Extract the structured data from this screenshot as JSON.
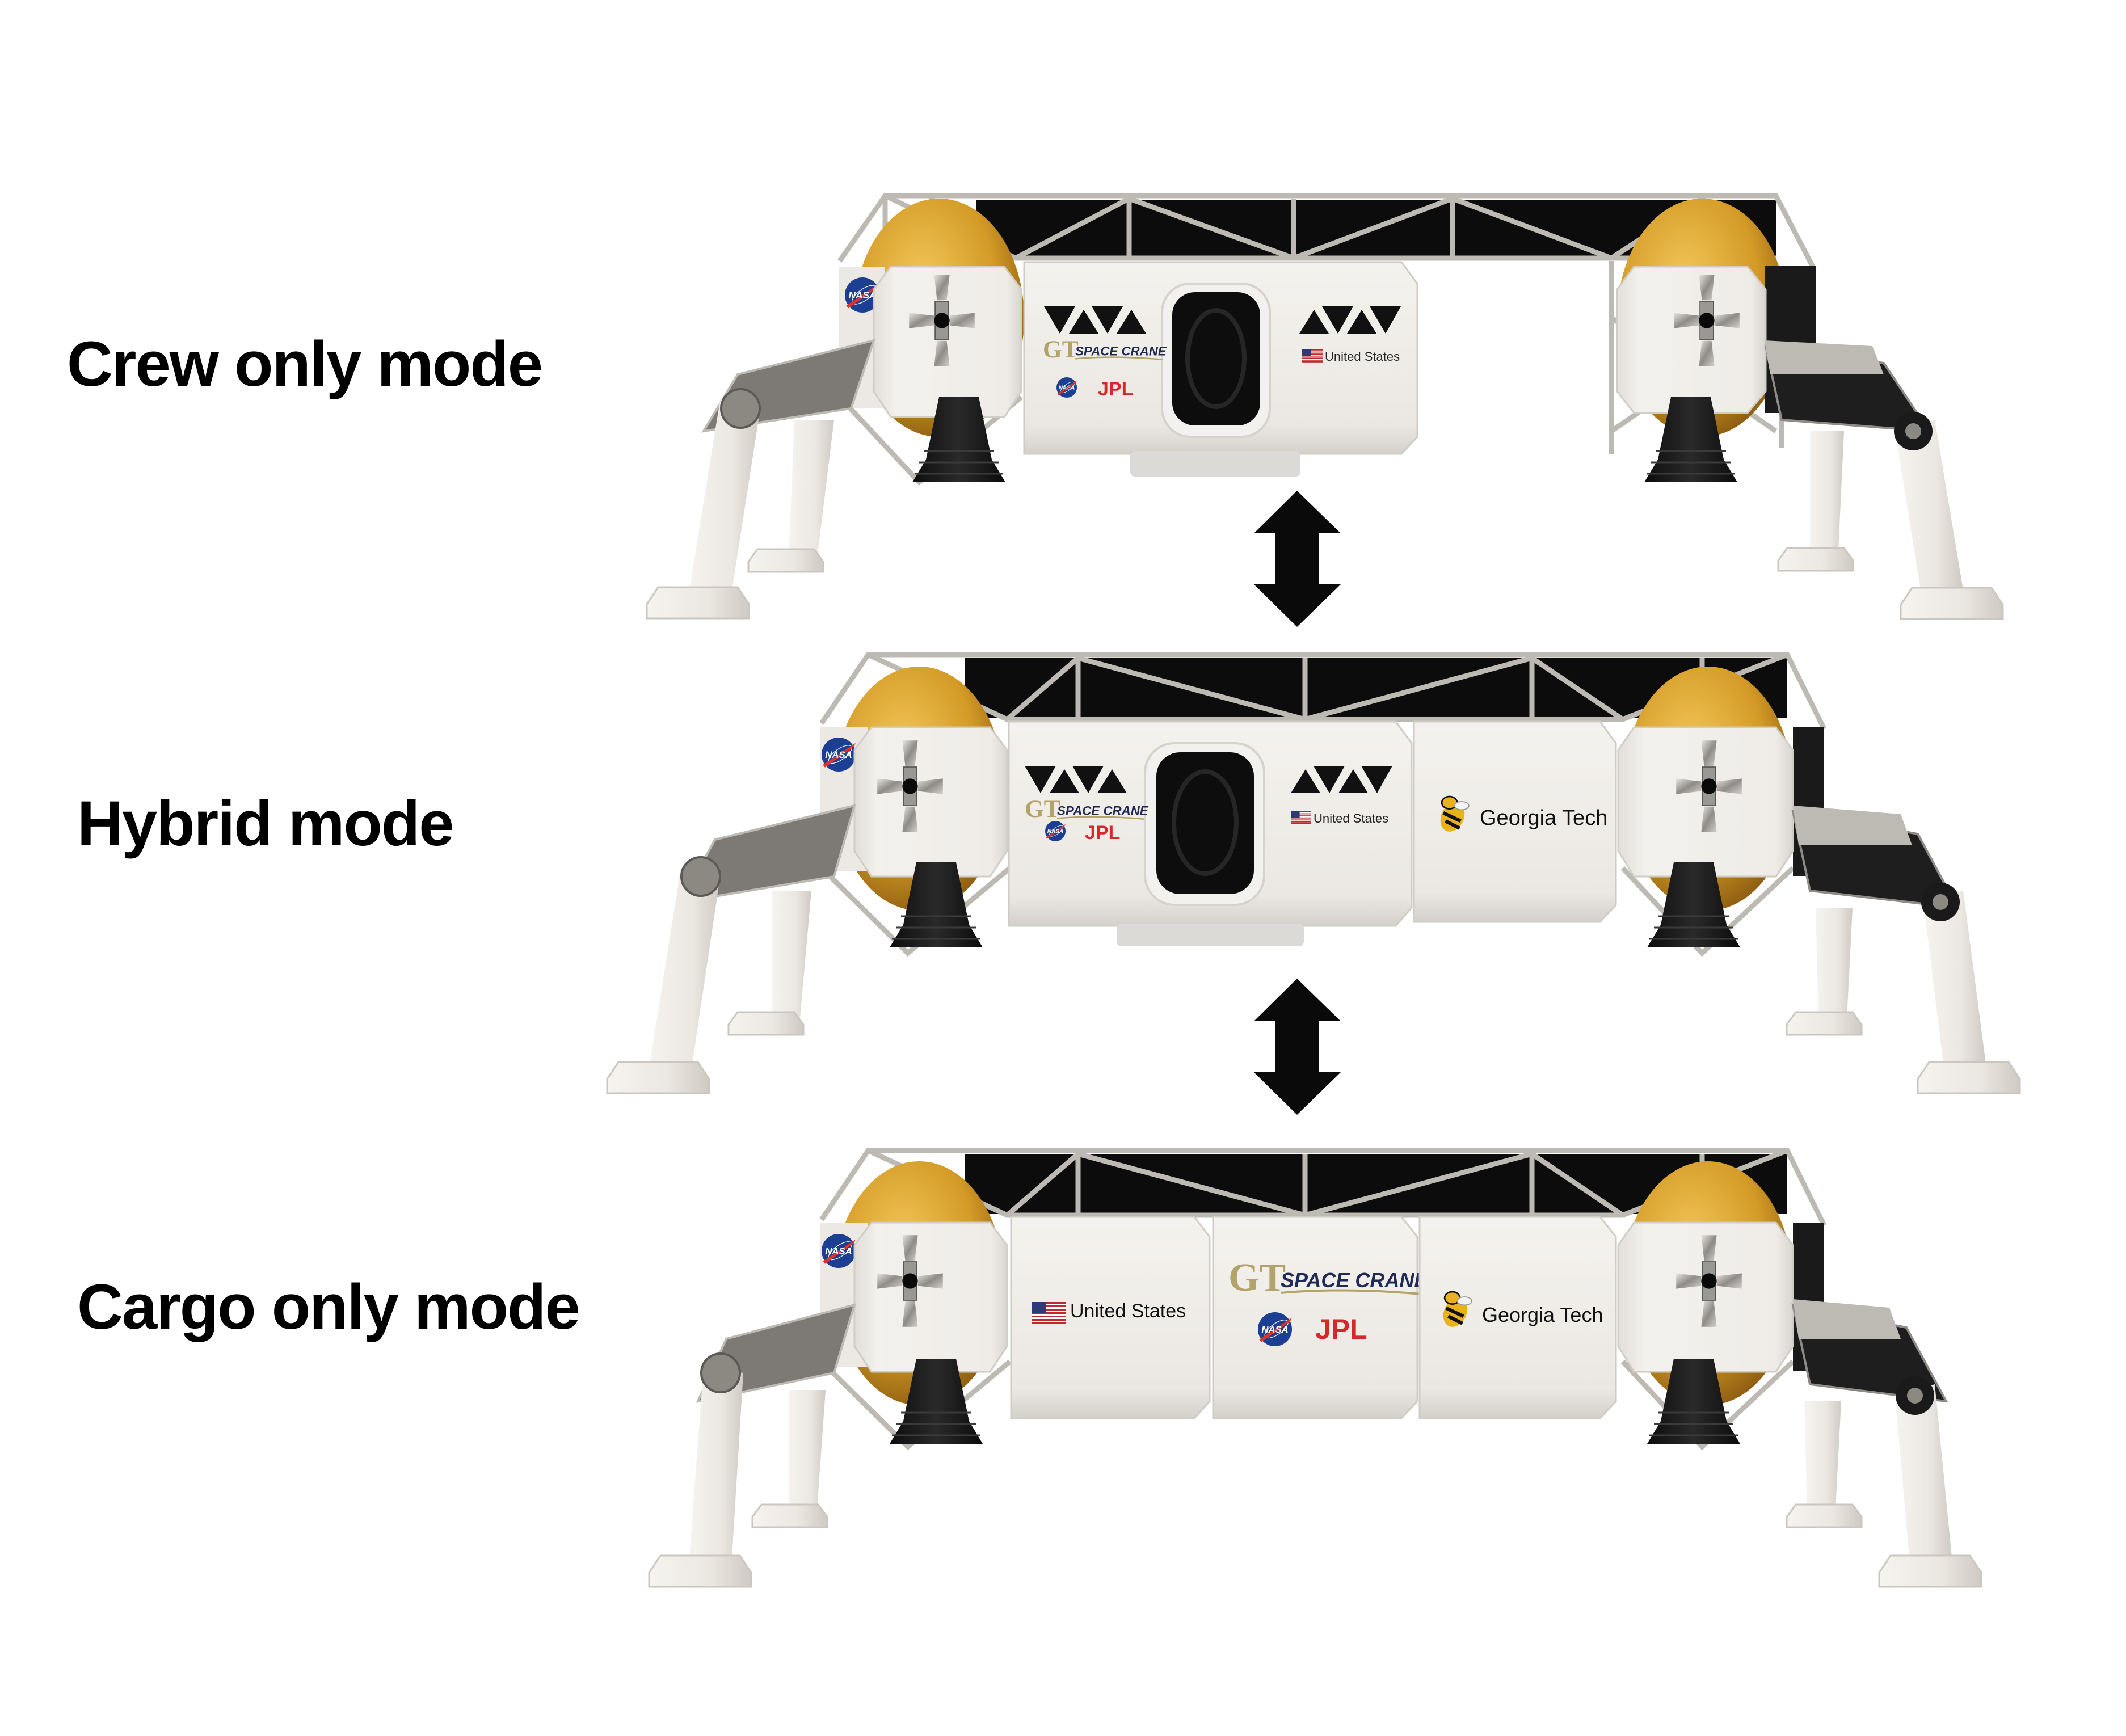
{
  "figure": {
    "modes": [
      {
        "id": "crew",
        "label": "Crew only mode"
      },
      {
        "id": "hybrid",
        "label": "Hybrid mode"
      },
      {
        "id": "cargo",
        "label": "Cargo only mode"
      }
    ],
    "transitions": [
      {
        "between": [
          "crew",
          "hybrid"
        ],
        "icon": "double-arrow-vertical-icon"
      },
      {
        "between": [
          "hybrid",
          "cargo"
        ],
        "icon": "double-arrow-vertical-icon"
      }
    ]
  },
  "decals": {
    "nasa": "NASA",
    "jpl": "JPL",
    "gt_monogram": "GT",
    "space_crane": "SPACE CRANE",
    "united_states": "United States",
    "georgia_tech": "Georgia Tech"
  },
  "landers": {
    "crew": {
      "modules": [
        "crew-module"
      ],
      "crew_module": {
        "logos": [
          "GT SPACE CRANE",
          "NASA",
          "JPL"
        ],
        "flag_label": "United States"
      }
    },
    "hybrid": {
      "modules": [
        "crew-module",
        "cargo-module"
      ],
      "crew_module": {
        "logos": [
          "GT SPACE CRANE",
          "NASA",
          "JPL"
        ],
        "flag_label": "United States"
      },
      "cargo_module": {
        "label": "Georgia Tech"
      }
    },
    "cargo": {
      "modules": [
        "cargo-module-left",
        "cargo-module-center",
        "cargo-module-right"
      ],
      "cargo_left": {
        "label": "United States"
      },
      "cargo_center": {
        "logos": [
          "GT SPACE CRANE",
          "NASA",
          "JPL"
        ]
      },
      "cargo_right": {
        "label": "Georgia Tech"
      }
    }
  },
  "colors": {
    "background": "#ffffff",
    "label_text": "#000000",
    "arrow": "#0a0a0a",
    "module_white": "#ece9e4",
    "module_shade": "#d6d2cc",
    "truss_silver": "#b9b6b0",
    "truss_dark": "#0c0c0c",
    "tank_gold": "#d9a531",
    "nozzle_black": "#151515",
    "nasa_blue": "#1c3f94",
    "nasa_red": "#e0322a",
    "jpl_red": "#d9262c",
    "gt_gold": "#b3a369",
    "gt_navy": "#1f2a55"
  }
}
